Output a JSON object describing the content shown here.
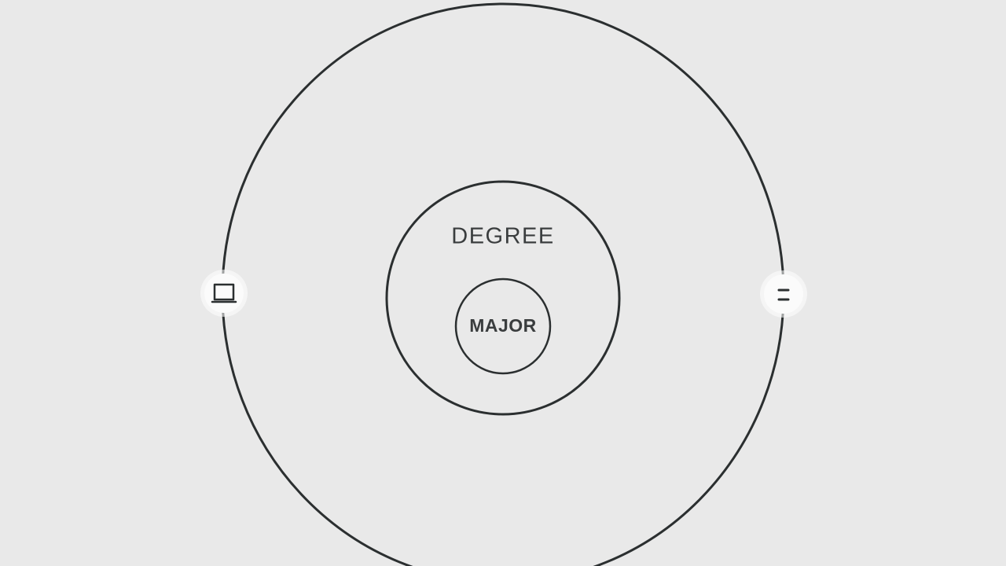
{
  "diagram": {
    "rings": [
      {
        "id": "outer",
        "label": ""
      },
      {
        "id": "middle",
        "label": "DEGREE"
      },
      {
        "id": "inner",
        "label": "MAJOR"
      }
    ],
    "left_node_icon": "rectangle-icon",
    "right_node_icon": "equals-icon"
  },
  "colors": {
    "background": "#e9e9e9",
    "stroke": "#2b2f30",
    "text": "#3a3d3e",
    "node": "#fbfbfb"
  }
}
